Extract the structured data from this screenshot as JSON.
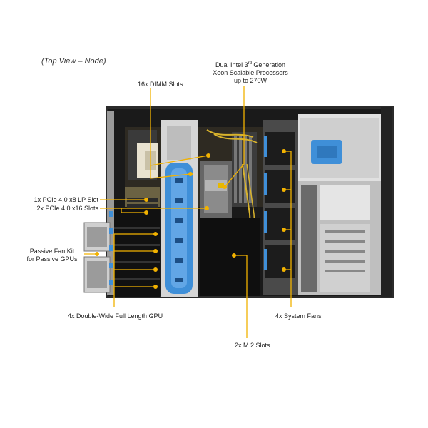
{
  "view_title": "(Top View – Node)",
  "callouts": {
    "dimm": "16x DIMM Slots",
    "cpu_line1": "Dual Intel 3",
    "cpu_sup": "rd",
    "cpu_line1_end": " Generation",
    "cpu_line2": "Xeon Scalable Processors",
    "cpu_line3": "up to 270W",
    "pcie_lp": "1x PCIe 4.0 x8 LP Slot",
    "pcie_x16": "2x PCIe 4.0 x16 Slots",
    "fan_kit_line1": "Passive Fan Kit",
    "fan_kit_line2": "for Passive GPUs",
    "gpu": "4x Double-Wide Full Length GPU",
    "fans": "4x System Fans",
    "m2": "2x M.2 Slots"
  },
  "colors": {
    "callout": "#f2b200",
    "chassis": "#2b2b2b",
    "gpu_bracket_blue": "#3f8fd8",
    "fan": "#1c1c1c"
  }
}
